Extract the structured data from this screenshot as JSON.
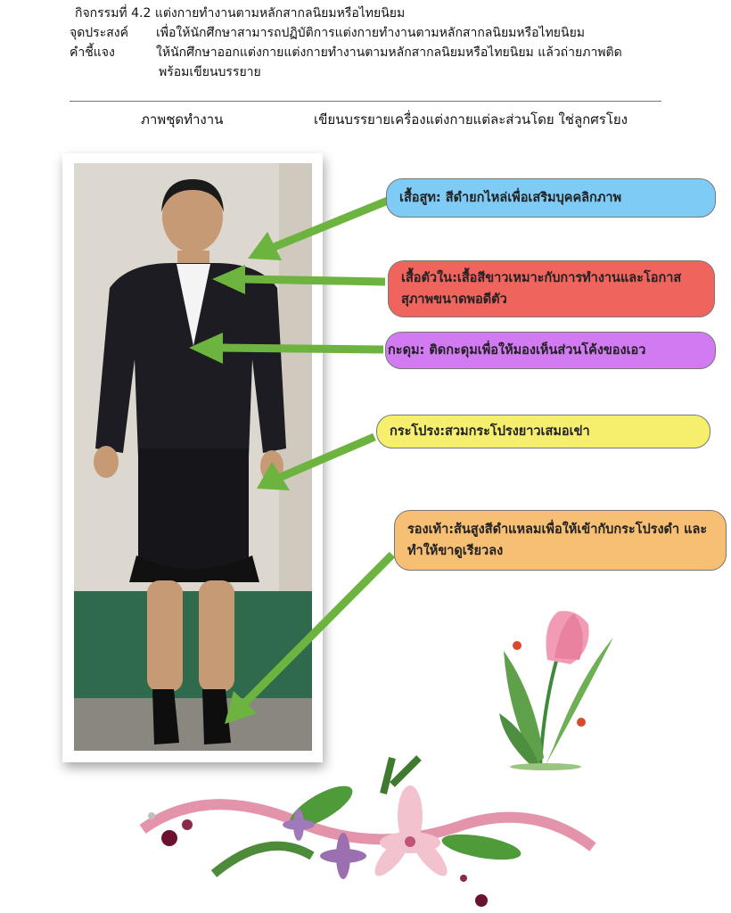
{
  "header": {
    "activity": "กิจกรรมที่ 4.2  แต่งกายทำงานตามหลักสากลนิยมหรือไทยนิยม",
    "objective_label": "จุดประสงค์",
    "objective_text": "เพื่อให้นักศึกษาสามารถปฏิบัติการแต่งกายทำงานตามหลักสากลนิยมหรือไทยนิยม",
    "instruction_label": "คำชี้แจง",
    "instruction_text_1": "ให้นักศึกษาออกแต่งกายแต่งกายทำงานตามหลักสากลนิยมหรือไทยนิยม แล้วถ่ายภาพติด",
    "instruction_text_2": "พร้อมเขียนบรรยาย"
  },
  "columns": {
    "left": "ภาพชุดทำงาน",
    "right": "เขียนบรรยายเครื่องแต่งกายแต่ละส่วนโดย ใช่ลูกศรโยง"
  },
  "labels": [
    {
      "text": "เสื้อสูท: สีดำยกไหล่เพื่อเสริมบุคคลิกภาพ",
      "color": "#7ecbf6"
    },
    {
      "text": "เสื้อตัวใน:เสื้อสีขาวเหมาะกับการทำงานและโอกาส สุภาพขนาดพอดีตัว",
      "color": "#f0645e"
    },
    {
      "text": "กะดุม: ติดกะดุมเพื่อให้มองเห็นส่วนโค้งของเอว",
      "color": "#d27af2"
    },
    {
      "text": "กระโปรง:สวมกระโปรงยาวเสมอเข่า",
      "color": "#f6ef6e"
    },
    {
      "text": "รองเท้า:ส้นสูงสีดำแหลมเพื่อให้เข้ากับกระโปรงดำ และทำให้ขาดูเรียวลง",
      "color": "#f6bf74"
    }
  ],
  "arrow_color": "#6db33f"
}
